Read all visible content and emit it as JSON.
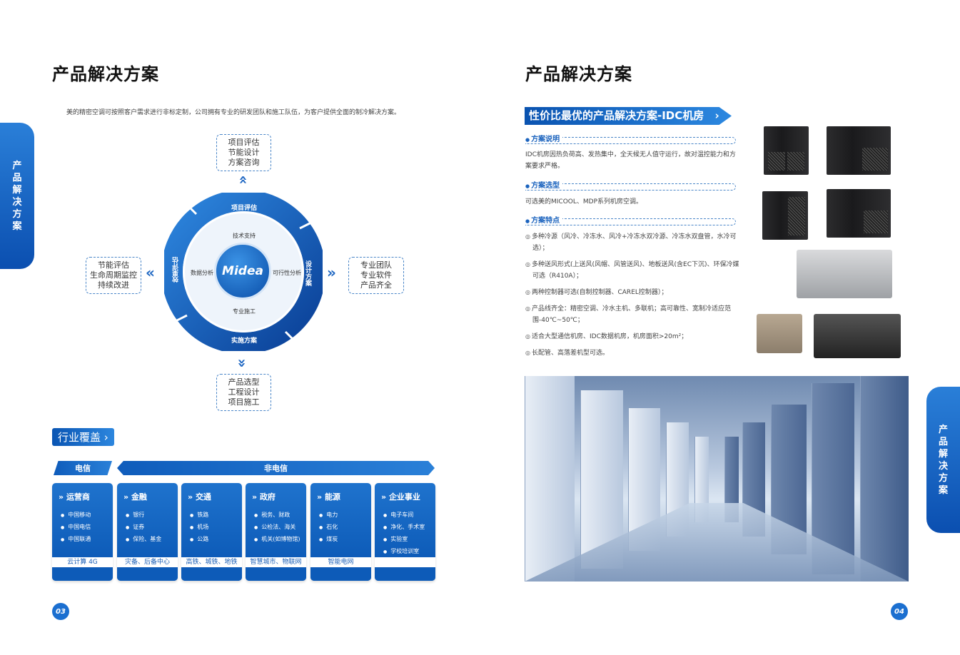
{
  "left_page": {
    "title": "产品解决方案",
    "intro": "美的精密空调可按照客户需求进行非标定制，公司拥有专业的研发团队和施工队伍，为客户提供全面的制冷解决方案。",
    "side_tab": [
      "产",
      "品",
      "解",
      "决",
      "方",
      "案"
    ],
    "boxes": {
      "top": [
        "项目评估",
        "节能设计",
        "方案咨询"
      ],
      "left": [
        "节能评估",
        "生命周期监控",
        "持续改进"
      ],
      "right": [
        "专业团队",
        "专业软件",
        "产品齐全"
      ],
      "bottom": [
        "产品选型",
        "工程设计",
        "项目施工"
      ]
    },
    "cycle": {
      "logo": "Midea",
      "ring": {
        "top": "项目评估",
        "right": "设计方案",
        "bottom": "实施方案",
        "left": "效果评估"
      },
      "inner": {
        "top": "技术支持",
        "right": "可行性分析",
        "bottom": "专业施工",
        "left": "数据分析"
      }
    },
    "industry": {
      "tag": "行业覆盖",
      "band_telecom": "电信",
      "band_non_telecom": "非电信",
      "cards": [
        {
          "title": "运营商",
          "items": [
            "中国移动",
            "中国电信",
            "中国联通"
          ],
          "footer": "云计算  4G"
        },
        {
          "title": "金融",
          "items": [
            "银行",
            "证券",
            "保险、基金"
          ],
          "footer": "灾备、后备中心"
        },
        {
          "title": "交通",
          "items": [
            "铁路",
            "机场",
            "公路"
          ],
          "footer": "高铁、城铁、地铁"
        },
        {
          "title": "政府",
          "items": [
            "税务、财政",
            "公检法、海关",
            "机关(如博物馆)"
          ],
          "footer": "智慧城市、物联网"
        },
        {
          "title": "能源",
          "items": [
            "电力",
            "石化",
            "煤炭"
          ],
          "footer": "智能电网"
        },
        {
          "title": "企业事业",
          "items": [
            "电子车间",
            "净化、手术室",
            "实验室",
            "学校培训室"
          ],
          "footer": ""
        }
      ]
    },
    "page_number": "03"
  },
  "right_page": {
    "title": "产品解决方案",
    "banner": "性价比最优的产品解决方案-IDC机房",
    "side_tab": [
      "产",
      "品",
      "解",
      "决",
      "方",
      "案"
    ],
    "sections": {
      "desc_head": "方案说明",
      "desc_text": "IDC机房因热负荷高、发热集中，全天候无人值守运行，故对温控能力和方案要求严格。",
      "select_head": "方案选型",
      "select_text": "可选美的MICOOL、MDP系列机房空调。",
      "feature_head": "方案特点",
      "features": [
        "多种冷源（风冷、冷冻水、风冷+冷冻水双冷源、冷冻水双盘管，水冷可选）；",
        "多种送风形式(上送风(风帽、风管送风)、地板送风(含EC下沉)、环保冷媒可选（R410A）；",
        "两种控制器可选(自制控制器、CAREL控制器）；",
        "产品线齐全：精密空调、冷水主机、多联机；高可靠性、宽制冷适应范围-40℃~50℃；",
        "适合大型通信机房、IDC数据机房，机房面积>20m²；",
        "长配管、高落差机型可选。"
      ]
    },
    "page_number": "04"
  },
  "colors": {
    "primary": "#0d5bb8",
    "accent": "#2a80d8"
  }
}
